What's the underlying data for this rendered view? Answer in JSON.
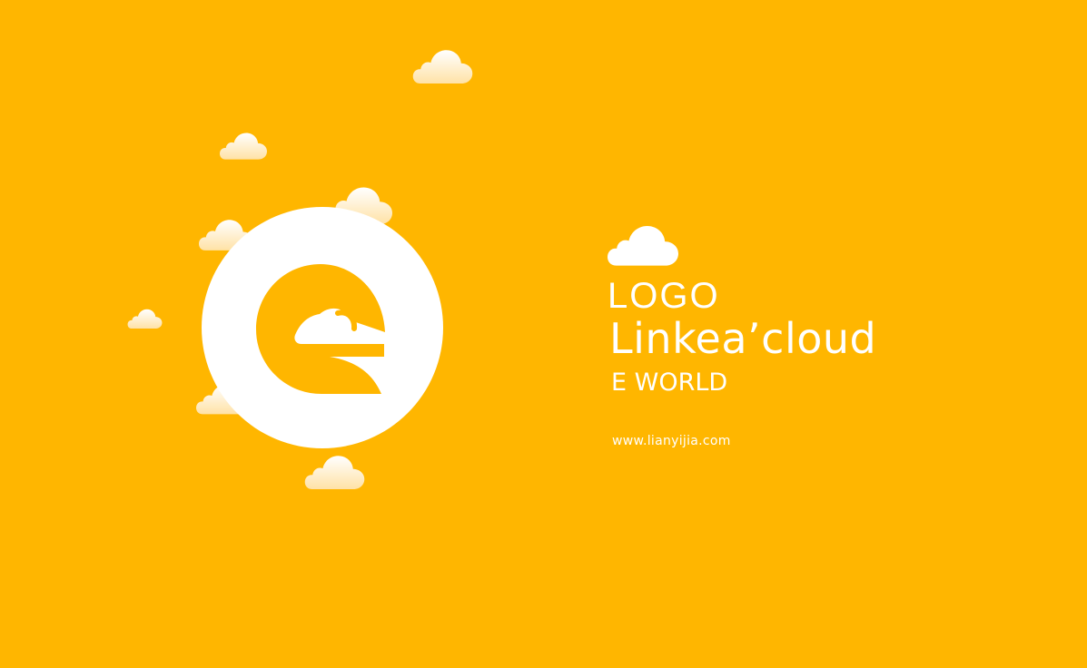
{
  "colors": {
    "background": "#ffb600",
    "foreground": "#ffffff"
  },
  "brand": {
    "logo_word": "LOGO",
    "name": "Linkea’cloud",
    "tagline": "E WORLD",
    "website": "www.lianyijia.com"
  },
  "icons": {
    "emblem": "cloud-letter-e-icon",
    "decor": "cloud-icon"
  }
}
